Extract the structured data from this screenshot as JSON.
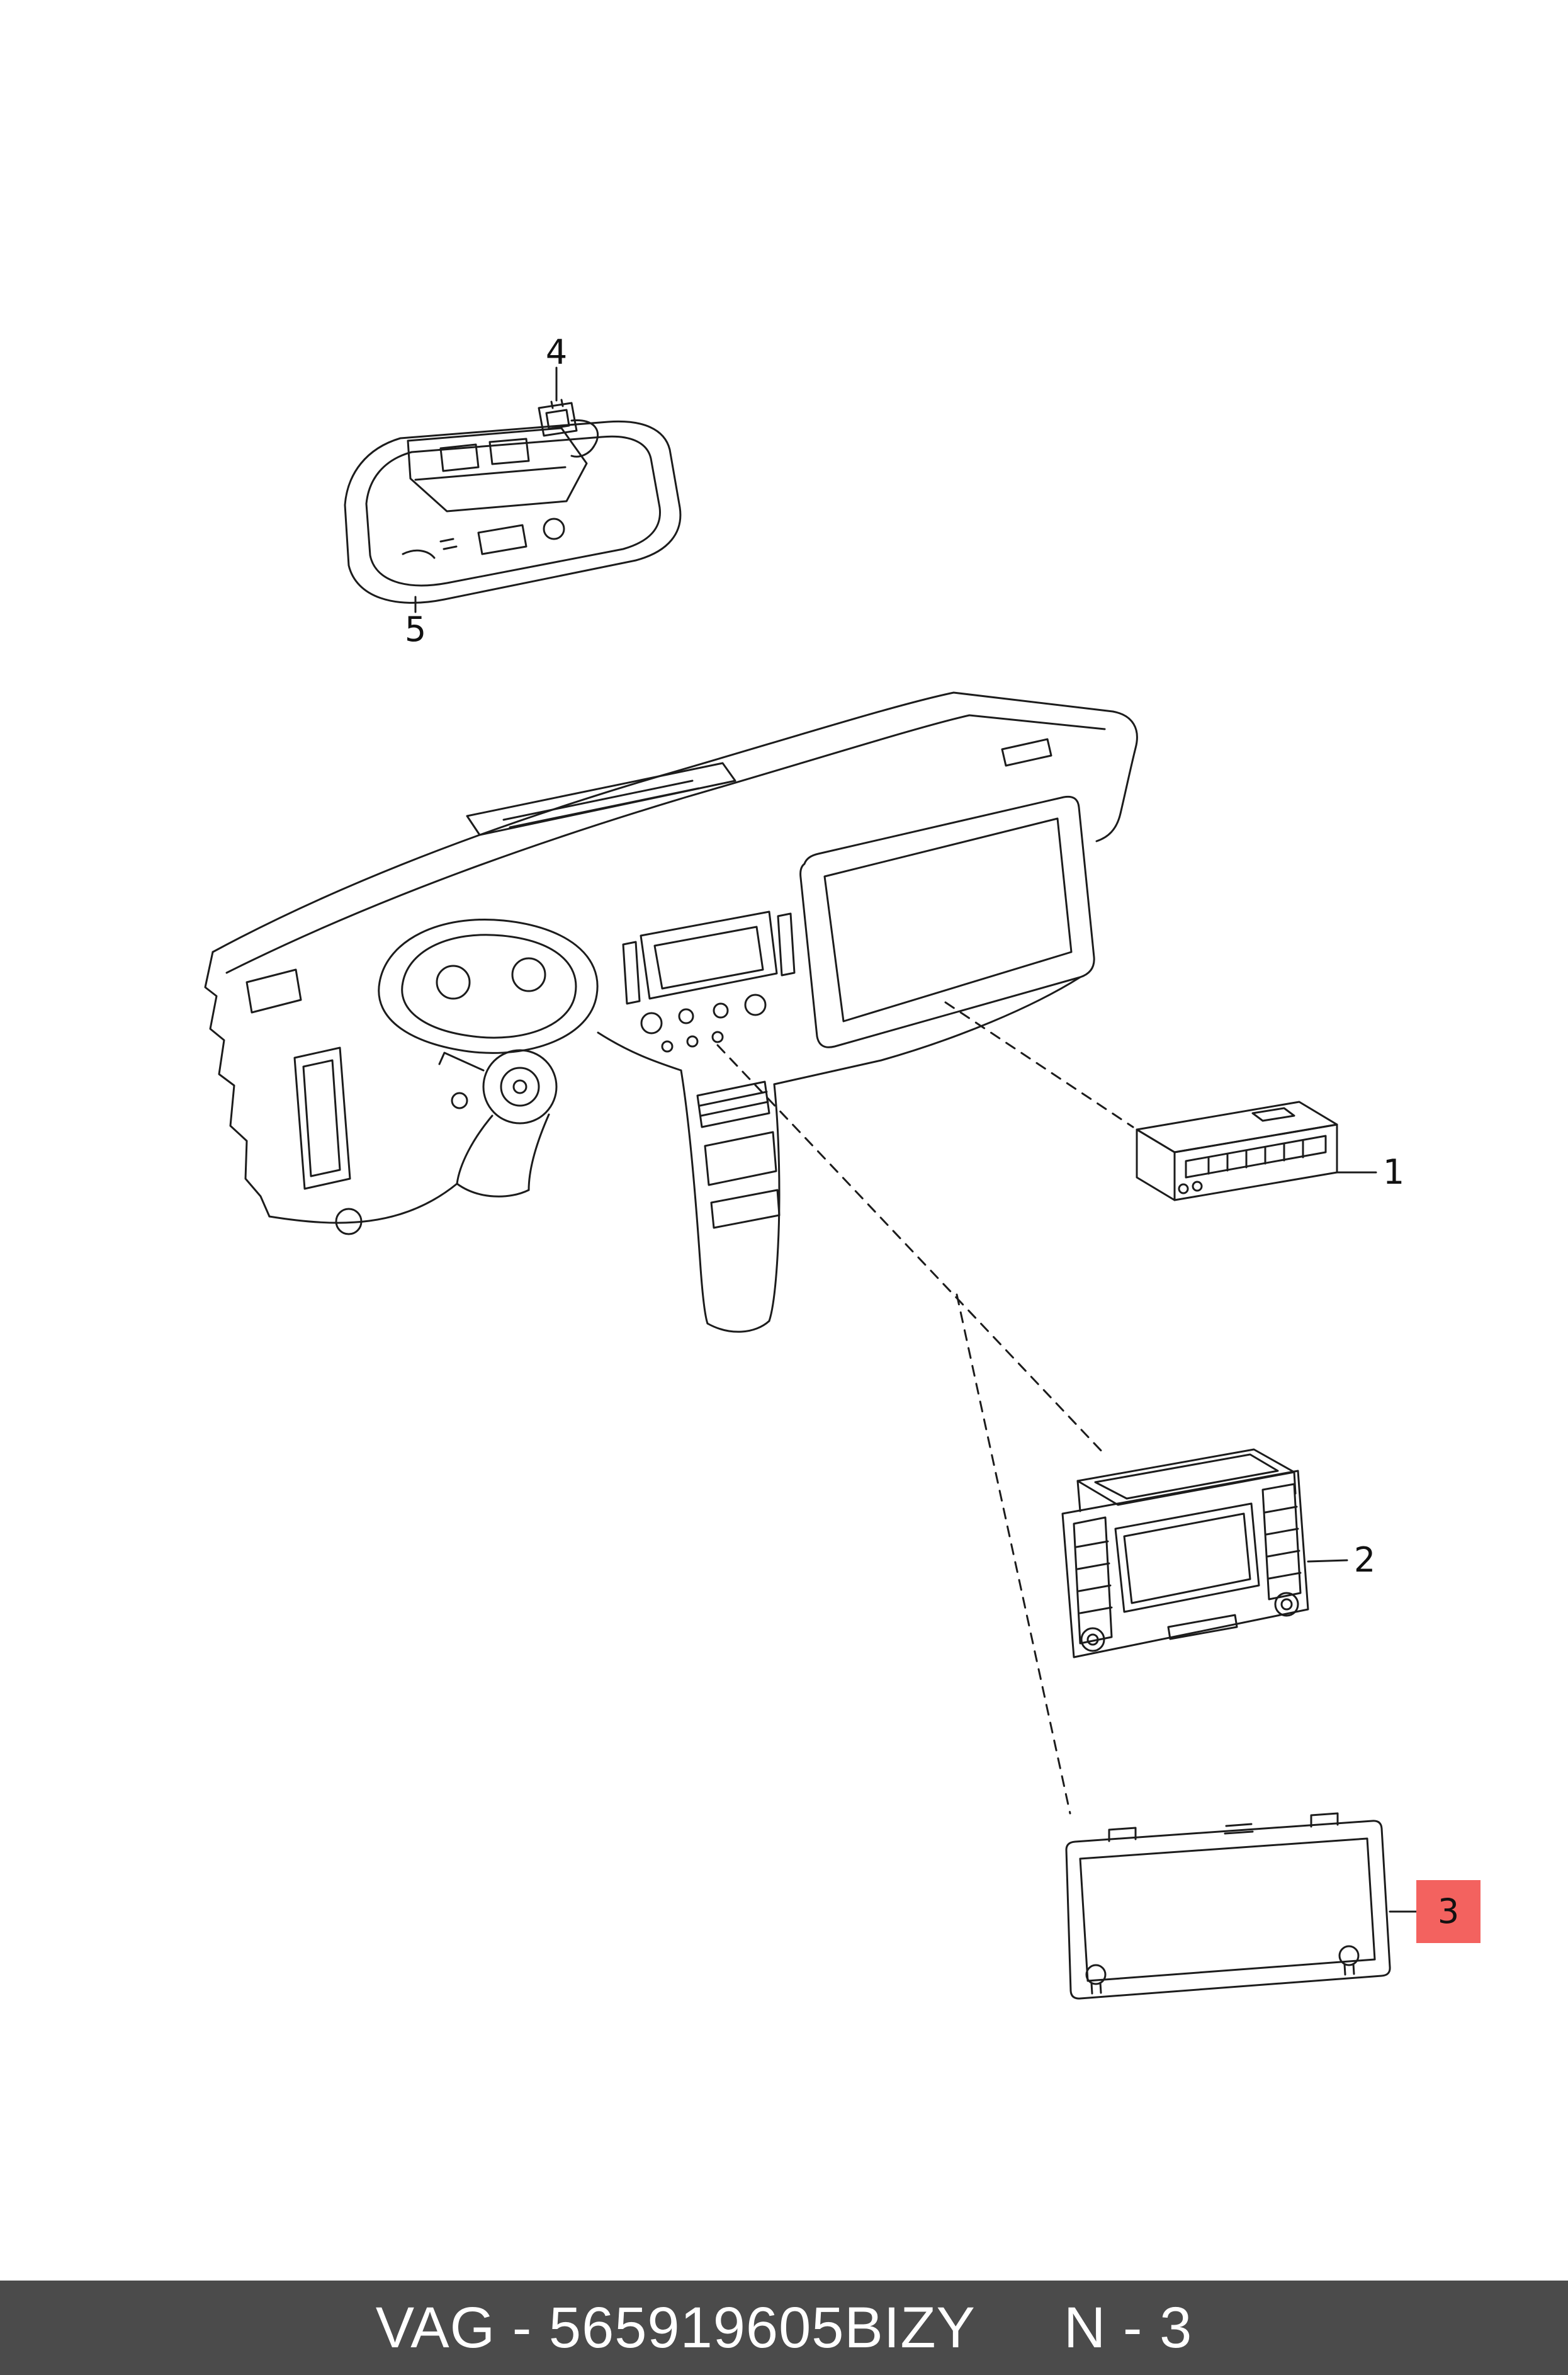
{
  "page": {
    "background": "#ffffff"
  },
  "footer": {
    "part_code": "VAG - 565919605BIZY",
    "page_ref": "N - 3",
    "background": "#4b4b4b",
    "text_color": "#ffffff"
  },
  "callouts": {
    "c1": {
      "label": "1",
      "highlighted": false
    },
    "c2": {
      "label": "2",
      "highlighted": false
    },
    "c3": {
      "label": "3",
      "highlighted": true,
      "highlight_color": "#f3625f"
    },
    "c4": {
      "label": "4",
      "highlighted": false
    },
    "c5": {
      "label": "5",
      "highlighted": false
    }
  }
}
